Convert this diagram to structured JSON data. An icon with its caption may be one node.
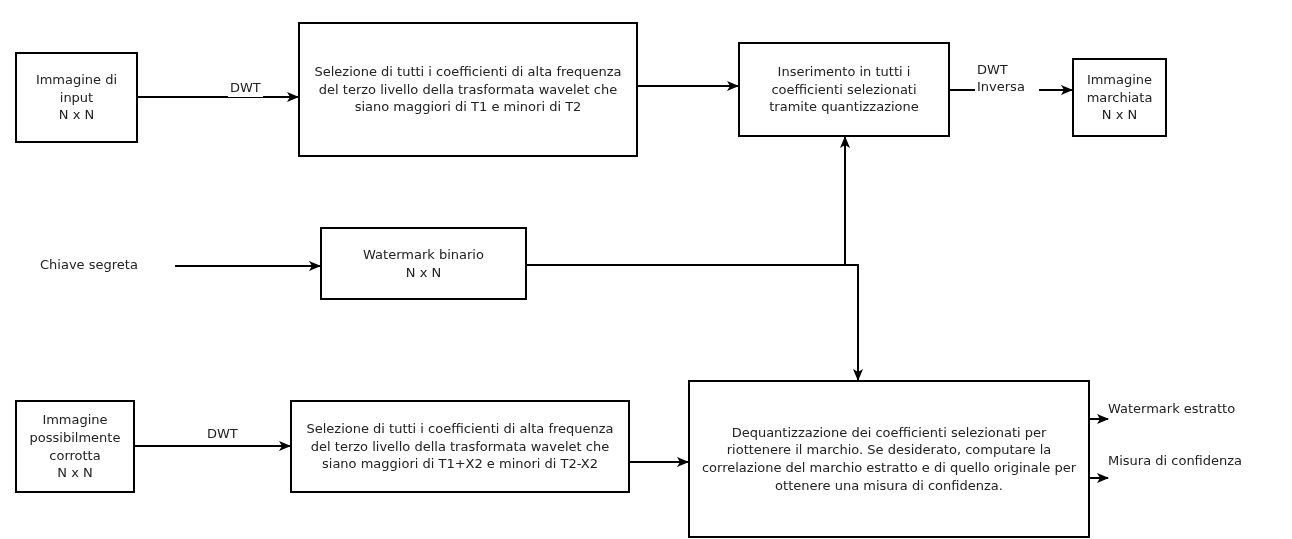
{
  "diagram": {
    "nodes": [
      {
        "text": [
          "Immagine di input",
          "N x N"
        ]
      },
      {
        "text": [
          "Selezione di tutti i coefficienti di alta frequenza del terzo livello della trasformata wavelet che siano maggiori di T1 e minori di T2"
        ]
      },
      {
        "text": [
          "Inserimento in tutti i coefficienti selezionati tramite quantizzazione"
        ]
      },
      {
        "text": [
          "Immagine marchiata",
          "N x N"
        ]
      },
      {
        "text": [
          "Chiave segreta"
        ]
      },
      {
        "text": [
          "Watermark binario",
          "N x N"
        ]
      },
      {
        "text": [
          "Immagine possibilmente corrotta",
          "N x N"
        ]
      },
      {
        "text": [
          "Selezione di tutti i coefficienti di alta frequenza del terzo livello della trasformata wavelet che siano maggiori di T1+X2 e minori di T2-X2"
        ]
      },
      {
        "text": [
          "Dequantizzazione dei coefficienti selezionati per riottenere il marchio. Se desiderato, computare la correlazione del marchio estratto e di quello originale per ottenere una misura di confidenza."
        ]
      },
      {
        "text": [
          "Watermark estratto"
        ]
      },
      {
        "text": [
          "Misura di confidenza"
        ]
      }
    ],
    "edges": [
      {
        "from": 0,
        "to": 1,
        "arrow": "to",
        "label": "DWT"
      },
      {
        "from": 1,
        "to": 2,
        "arrow": "to"
      },
      {
        "from": 2,
        "to": 3,
        "arrow": "to",
        "label": "DWT Inversa"
      },
      {
        "from": 4,
        "to": 5,
        "arrow": "to"
      },
      {
        "from": 5,
        "to": 2,
        "arrow": "to"
      },
      {
        "from": 5,
        "to": 8,
        "arrow": "to"
      },
      {
        "from": 6,
        "to": 7,
        "arrow": "to",
        "label": "DWT"
      },
      {
        "from": 7,
        "to": 8,
        "arrow": "to"
      },
      {
        "from": 8,
        "to": 9,
        "arrow": "to"
      },
      {
        "from": 8,
        "to": 10,
        "arrow": "to"
      }
    ]
  }
}
